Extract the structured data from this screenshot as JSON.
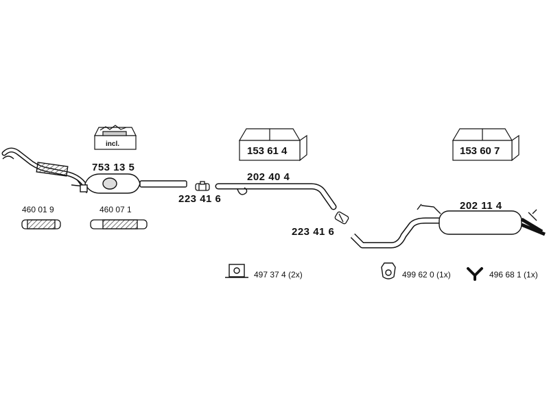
{
  "parts": {
    "front_pipe_cat": "753 13 5",
    "clamp_a": "223 41 6",
    "middle_pipe": "202 40 4",
    "clamp_b": "223 41 6",
    "rear_silencer": "202 11 4",
    "flex_1": "460 01 9",
    "flex_2": "460 07 1"
  },
  "kits": {
    "kit_left": "incl.",
    "kit_middle": "153 61 4",
    "kit_right": "153 60 7"
  },
  "accessories": {
    "bracket": "497 37 4 (2x)",
    "rubber_ring": "499 62 0 (1x)",
    "hanger_y": "496 68 1 (1x)"
  }
}
